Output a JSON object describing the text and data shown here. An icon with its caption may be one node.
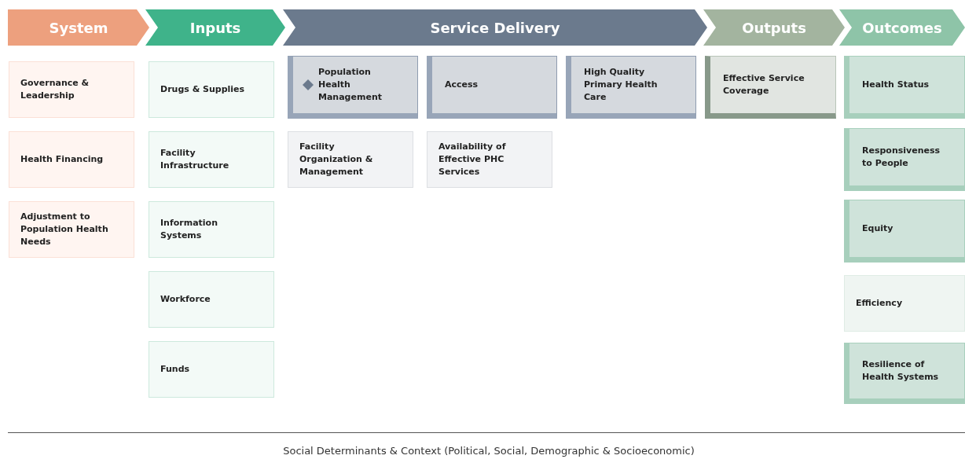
{
  "diagram": {
    "caption": "Social Determinants & Context (Political, Social, Demographic & Socioeconomic)",
    "nodes": [
      {
        "text": [
          "System"
        ]
      },
      {
        "text": [
          "Inputs"
        ]
      },
      {
        "text": [
          "Service Delivery"
        ]
      },
      {
        "text": [
          "Outputs"
        ]
      },
      {
        "text": [
          "Outcomes"
        ]
      },
      {
        "text": [
          "Governance & Leadership"
        ]
      },
      {
        "text": [
          "Health Financing"
        ]
      },
      {
        "text": [
          "Adjustment to Population Health Needs"
        ]
      },
      {
        "text": [
          "Drugs & Supplies"
        ]
      },
      {
        "text": [
          "Facility Infrastructure"
        ]
      },
      {
        "text": [
          "Information Systems"
        ]
      },
      {
        "text": [
          "Workforce"
        ]
      },
      {
        "text": [
          "Funds"
        ]
      },
      {
        "text": [
          "Population Health Management"
        ]
      },
      {
        "text": [
          "Access"
        ]
      },
      {
        "text": [
          "High Quality Primary Health Care"
        ]
      },
      {
        "text": [
          "Facility Organization & Management"
        ]
      },
      {
        "text": [
          "Availability of Effective PHC Services"
        ]
      },
      {
        "text": [
          "Effective Service Coverage"
        ]
      },
      {
        "text": [
          "Health Status"
        ]
      },
      {
        "text": [
          "Responsiveness to People"
        ]
      },
      {
        "text": [
          "Equity"
        ]
      },
      {
        "text": [
          "Efficiency"
        ]
      },
      {
        "text": [
          "Resilience of Health Systems"
        ]
      }
    ],
    "edges": []
  }
}
